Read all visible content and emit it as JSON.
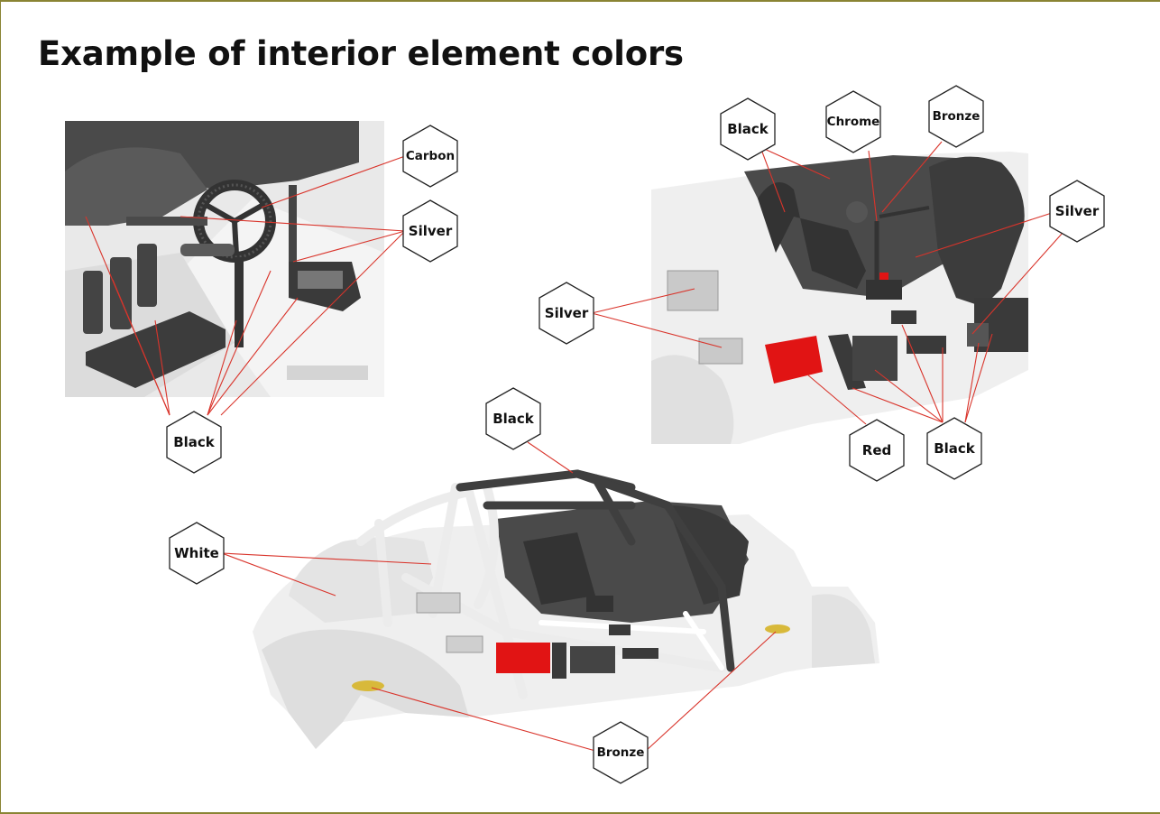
{
  "title": "Example of interior element colors",
  "colors": {
    "accent_border": "#8a8434",
    "leader_line": "#d9342b",
    "red_part": "#e11414",
    "black_part": "#3a3a3a",
    "bronze_part": "#d8b93a"
  },
  "labels": {
    "carbon": "Carbon",
    "silver_steering": "Silver",
    "black_steering": "Black",
    "black_seat_view": "Black",
    "chrome": "Chrome",
    "bronze_seat_view": "Bronze",
    "silver_seat_right": "Silver",
    "silver_seat_left": "Silver",
    "red": "Red",
    "black_console": "Black",
    "black_cage": "Black",
    "white": "White",
    "bronze_body": "Bronze"
  }
}
